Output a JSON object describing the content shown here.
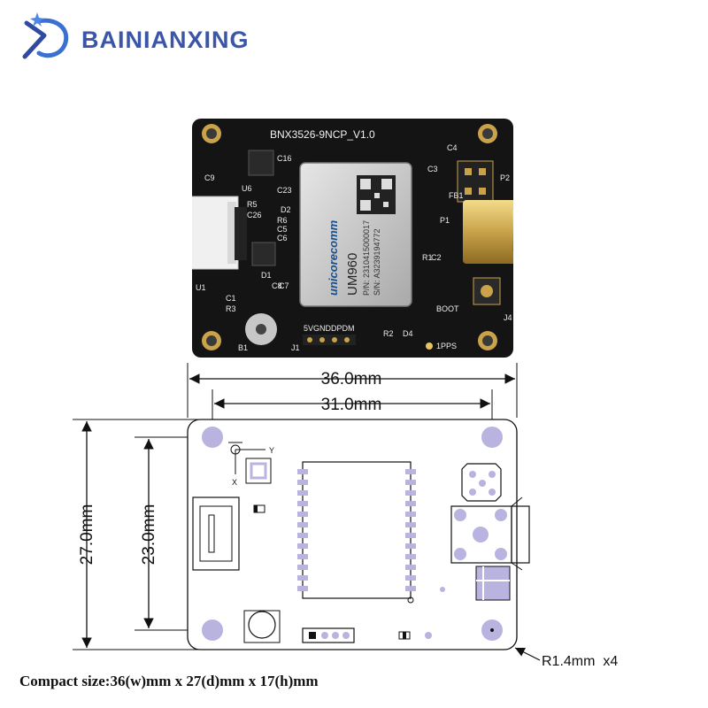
{
  "brand": {
    "name": "BAINIANXING",
    "color": "#3b55a8",
    "logo_icon": "bnx-logo-icon"
  },
  "board_photo": {
    "silk_title": "BNX3526-9NCP_V1.0",
    "module_brand": "unicorecomm",
    "module_model": "UM960",
    "module_pn": "P/N: 2310415000017",
    "module_sn": "S/N: A3239194772",
    "labels": {
      "c9": "C9",
      "c16": "C16",
      "u6": "U6",
      "c23": "C23",
      "d2": "D2",
      "r6": "R6",
      "c5": "C5",
      "c6": "C6",
      "c7": "C7",
      "c1": "C1",
      "r3": "R3",
      "d1": "D1",
      "c8": "C8",
      "b1": "B1",
      "j1": "J1",
      "pins": "5VGNDDPDM",
      "r2": "R2",
      "d4": "D4",
      "pps": "1PPS",
      "boot": "BOOT",
      "j4": "J4",
      "p1": "P1",
      "p2": "P2",
      "fb1": "FB1",
      "c3": "C3",
      "c4": "C4",
      "c2": "C2",
      "r1": "R1",
      "u1": "U1",
      "r5": "R5",
      "c26": "C26"
    }
  },
  "drawing": {
    "width_outer": "36.0mm",
    "width_holes": "31.0mm",
    "height_outer": "27.0mm",
    "height_holes": "23.0mm",
    "corner_radius": "R1.4mm  x4",
    "axis_x": "X",
    "axis_y": "Y",
    "hole_color": "#b8b4df"
  },
  "caption": "Compact size:36(w)mm x 27(d)mm x 17(h)mm"
}
